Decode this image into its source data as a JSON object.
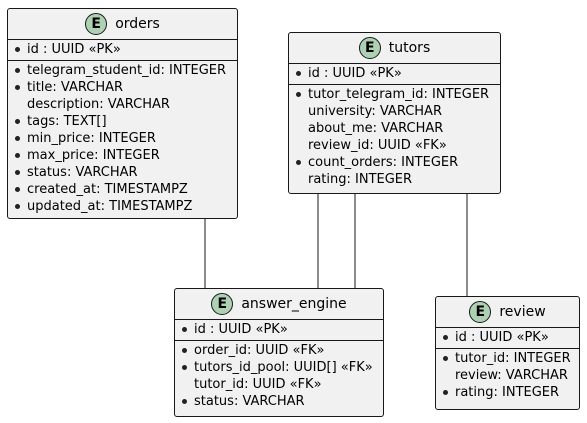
{
  "colors": {
    "entity_fill": "#f1f1f1",
    "badge_fill": "#add1b2",
    "border": "#181818",
    "connector": "#181818"
  },
  "entities": {
    "orders": {
      "badge": "E",
      "name": "orders",
      "pk": [
        {
          "text": "id : UUID «PK»",
          "bullet": true
        }
      ],
      "fields": [
        {
          "text": "telegram_student_id: INTEGER",
          "bullet": true
        },
        {
          "text": "title: VARCHAR",
          "bullet": true
        },
        {
          "text": "description: VARCHAR",
          "bullet": false
        },
        {
          "text": "tags: TEXT[]",
          "bullet": true
        },
        {
          "text": "min_price: INTEGER",
          "bullet": true
        },
        {
          "text": "max_price: INTEGER",
          "bullet": true
        },
        {
          "text": "status: VARCHAR",
          "bullet": true
        },
        {
          "text": "created_at: TIMESTAMPZ",
          "bullet": true
        },
        {
          "text": "updated_at: TIMESTAMPZ",
          "bullet": true
        }
      ]
    },
    "tutors": {
      "badge": "E",
      "name": "tutors",
      "pk": [
        {
          "text": "id : UUID «PK»",
          "bullet": true
        }
      ],
      "fields": [
        {
          "text": "tutor_telegram_id: INTEGER",
          "bullet": true
        },
        {
          "text": "university: VARCHAR",
          "bullet": false
        },
        {
          "text": "about_me: VARCHAR",
          "bullet": false
        },
        {
          "text": "review_id:  UUID «FK»",
          "bullet": false
        },
        {
          "text": "count_orders: INTEGER",
          "bullet": true
        },
        {
          "text": "rating: INTEGER",
          "bullet": false
        }
      ]
    },
    "answer_engine": {
      "badge": "E",
      "name": "answer_engine",
      "pk": [
        {
          "text": "id : UUID «PK»",
          "bullet": true
        }
      ],
      "fields": [
        {
          "text": "order_id: UUID «FK»",
          "bullet": true
        },
        {
          "text": "tutors_id_pool: UUID[] «FK»",
          "bullet": true
        },
        {
          "text": "tutor_id: UUID «FK»",
          "bullet": false
        },
        {
          "text": "status: VARCHAR",
          "bullet": true
        }
      ]
    },
    "review": {
      "badge": "E",
      "name": "review",
      "pk": [
        {
          "text": "id : UUID «PK»",
          "bullet": true
        }
      ],
      "fields": [
        {
          "text": "tutor_id: INTEGER",
          "bullet": true
        },
        {
          "text": "review: VARCHAR",
          "bullet": false
        },
        {
          "text": "rating: INTEGER",
          "bullet": true
        }
      ]
    }
  },
  "relations": [
    {
      "from": "orders",
      "to": "answer_engine"
    },
    {
      "from": "tutors",
      "to": "answer_engine"
    },
    {
      "from": "tutors",
      "to": "answer_engine"
    },
    {
      "from": "tutors",
      "to": "review"
    }
  ]
}
